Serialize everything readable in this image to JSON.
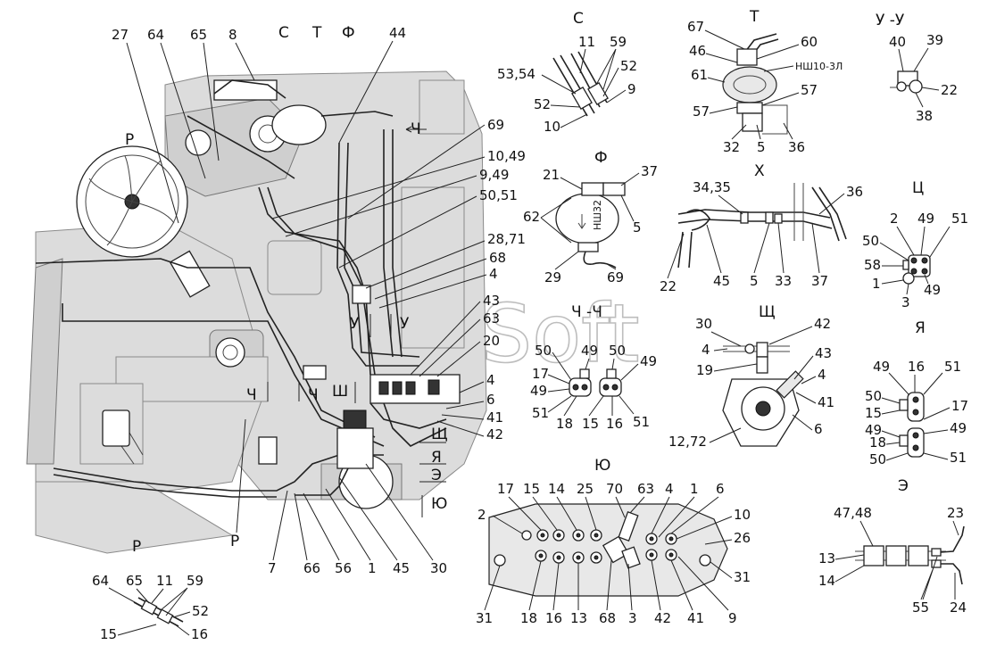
{
  "diagram": {
    "view_labels": {
      "C": "С",
      "T": "Т",
      "F": "Ф",
      "U_U": "У -У",
      "Kh": "Х",
      "Ts": "Ц",
      "Ch_Ch": "Ч -Ч",
      "Shch": "Щ",
      "Ya": "Я",
      "E": "Э",
      "Yu": "Ю",
      "P": "Р"
    },
    "markers": {
      "P_main": "Р",
      "Ch_arrow": "Ч",
      "Ch1": "Ч",
      "Ch2": "Ч",
      "U1": "У",
      "U2": "У",
      "Sh": "Ш",
      "Shch": "Щ",
      "Ya": "Я",
      "E": "Э",
      "Yu": "Ю"
    },
    "main_callouts": {
      "c27": "27",
      "c64": "64",
      "c65": "65",
      "c8": "8",
      "c44": "44",
      "c69": "69",
      "c10_49": "10,49",
      "c9_49": "9,49",
      "c50_51": "50,51",
      "c28_71": "28,71",
      "c68": "68",
      "c4a": "4",
      "c43": "43",
      "c63": "63",
      "c20": "20",
      "c4b": "4",
      "c6": "6",
      "c41": "41",
      "c42": "42",
      "c7": "7",
      "c66": "66",
      "c56": "56",
      "c1": "1",
      "c45": "45",
      "c30": "30"
    },
    "c_view": {
      "c11": "11",
      "c59": "59",
      "c53_54": "53,54",
      "c52a": "52",
      "c52b": "52",
      "c9": "9",
      "c10": "10"
    },
    "t_view": {
      "c67": "67",
      "c60": "60",
      "c46": "46",
      "pump": "НШ10-3Л",
      "c61": "61",
      "c57a": "57",
      "c57b": "57",
      "c32": "32",
      "c5": "5",
      "c36": "36"
    },
    "uu_view": {
      "c40": "40",
      "c39": "39",
      "c22": "22",
      "c38": "38"
    },
    "f_view": {
      "c21": "21",
      "c37": "37",
      "c62": "62",
      "c5": "5",
      "pump": "НШ32",
      "c29": "29",
      "c69": "69"
    },
    "x_view": {
      "c34_35": "34,35",
      "c36": "36",
      "c22": "22",
      "c45": "45",
      "c5": "5",
      "c33": "33",
      "c37": "37"
    },
    "ts_view": {
      "c2": "2",
      "c49a": "49",
      "c51": "51",
      "c50": "50",
      "c58": "58",
      "c1": "1",
      "c3": "3",
      "c49b": "49"
    },
    "chch_view": {
      "c50a": "50",
      "c49a": "49",
      "c50b": "50",
      "c49b": "49",
      "c17": "17",
      "c49c": "49",
      "c51a": "51",
      "c18": "18",
      "c15": "15",
      "c16": "16",
      "c51b": "51"
    },
    "shch_view": {
      "c30": "30",
      "c42": "42",
      "c4a": "4",
      "c43": "43",
      "c19": "19",
      "c4b": "4",
      "c41": "41",
      "c6": "6",
      "c12_72": "12,72"
    },
    "ya_view": {
      "c49a": "49",
      "c16": "16",
      "c51a": "51",
      "c50a": "50",
      "c15": "15",
      "c17": "17",
      "c49b": "49",
      "c49c": "49",
      "c18": "18",
      "c50b": "50",
      "c51b": "51"
    },
    "yu_view": {
      "c17": "17",
      "c15": "15",
      "c14": "14",
      "c25": "25",
      "c70": "70",
      "c63": "63",
      "c4": "4",
      "c1": "1",
      "c6": "6",
      "c2": "2",
      "c10": "10",
      "c26": "26",
      "c31a": "31",
      "c31b": "31",
      "c18": "18",
      "c16": "16",
      "c13": "13",
      "c68": "68",
      "c3": "3",
      "c42": "42",
      "c41": "41",
      "c9": "9"
    },
    "e_view": {
      "c47_48": "47,48",
      "c23": "23",
      "c13": "13",
      "c14": "14",
      "c55": "55",
      "c24": "24"
    },
    "p_view": {
      "c64": "64",
      "c65": "65",
      "c11": "11",
      "c59": "59",
      "c52": "52",
      "c15": "15",
      "c16": "16"
    },
    "watermark": "AutoSoft"
  },
  "colors": {
    "ink": "#111111",
    "machine_fill": "#dcdcdc",
    "watermark": "#bdbdbd"
  }
}
